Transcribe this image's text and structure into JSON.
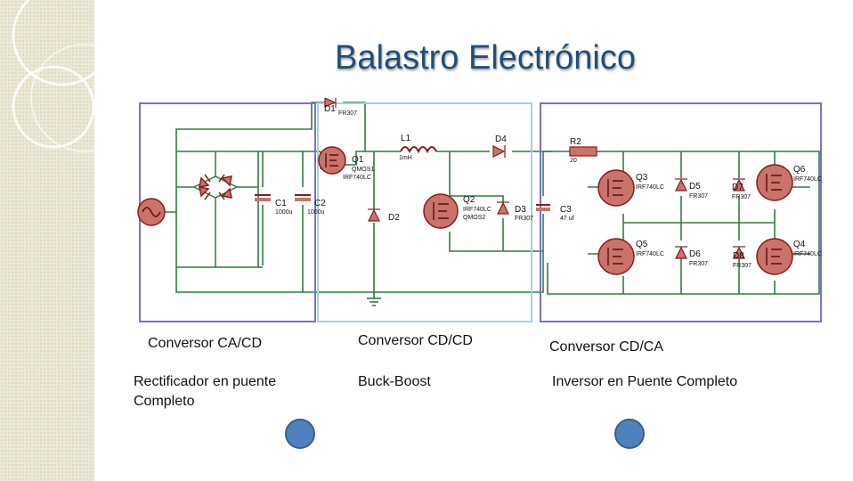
{
  "title": "Balastro Electrónico",
  "blocks": [
    {
      "heading": "Conversor CA/CD",
      "desc": "Rectificador en puente Completo"
    },
    {
      "heading": "Conversor CD/CD",
      "desc": "Buck-Boost"
    },
    {
      "heading": "Conversor CD/CA",
      "desc": "Inversor en Puente Completo"
    }
  ],
  "components": {
    "d1": "D1",
    "d1v": "FR307",
    "l1": "L1",
    "l1v": "1mH",
    "d4": "D4",
    "r2": "R2",
    "r2v": "20",
    "q1": "Q1",
    "q1a": "QMOS1",
    "q1b": "IRF740LC",
    "c1": "C1",
    "c1v": "1000u",
    "c2": "C2",
    "c2v": "1000u",
    "d2": "D2",
    "q2": "Q2",
    "q2a": "IRF740LC",
    "q2b": "QMOS2",
    "d3": "D3",
    "d3v": "FR307",
    "c3": "C3",
    "c3v": "47 uf",
    "q3": "Q3",
    "q3v": "IRF740LC",
    "d5": "D5",
    "d5v": "FR307",
    "d7": "D7",
    "d7v": "FR307",
    "q6": "Q6",
    "q6v": "IRF740LC",
    "q5": "Q5",
    "q5v": "IRF740LC",
    "d6": "D6",
    "d6v": "FR307",
    "d8": "D8",
    "d8v": "FR307",
    "q4": "Q4",
    "q4v": "IRF740LC"
  },
  "colors": {
    "title": "#1f4e79",
    "wire": "#2f7d3f",
    "component": "#8b1a1a",
    "component_fill": "#c9736b",
    "box_rectifier": "#7b6fc7",
    "box_converter": "#9fd3e8",
    "box_inverter": "#7b6fc7",
    "button": "#4f81bd"
  },
  "icons": [
    "ac-source-icon",
    "diode-icon",
    "capacitor-icon",
    "inductor-icon",
    "resistor-icon",
    "mosfet-icon",
    "ground-icon"
  ]
}
